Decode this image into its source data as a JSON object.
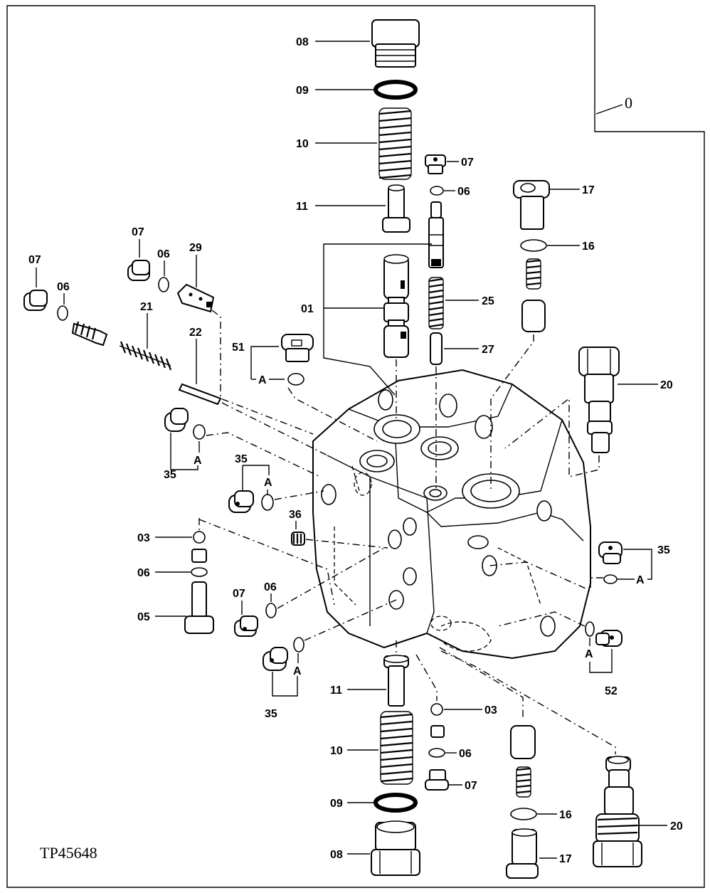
{
  "figure_id": "TP45648",
  "assembly_callout": "0",
  "labels": {
    "top_plug": "08",
    "top_oring": "09",
    "top_spring": "10",
    "top_guide": "11",
    "small_plug_top": "07",
    "small_oring_top": "06",
    "right_sleeve": "17",
    "right_oring": "16",
    "spool": "01",
    "stem_spring": "25",
    "pin": "27",
    "relief_valve_upper": "20",
    "plug_51": "51",
    "seal_a_51": "A",
    "left_plug_a": "07",
    "left_oring_a": "06",
    "left_plug_b": "07",
    "left_oring_b": "06",
    "left_piston": "29",
    "left_spring": "21",
    "left_pin": "22",
    "left_plug_35": "35",
    "left_seal_35": "A",
    "mid_plug_35": "35",
    "mid_seal_35": "A",
    "insert_36": "36",
    "ball_03_left": "03",
    "oring_06_left": "06",
    "stem_05": "05",
    "plug_07_mid": "07",
    "oring_06_mid": "06",
    "bottom_plug_35": "35",
    "bottom_seal_35": "A",
    "right_plug_35": "35",
    "right_seal_35": "A",
    "right_plug_52": "52",
    "right_seal_52": "A",
    "bottom_guide": "11",
    "bottom_spring": "10",
    "bottom_oring": "09",
    "bottom_plug": "08",
    "ball_03_bottom": "03",
    "oring_06_bottom": "06",
    "plug_07_bottom": "07",
    "oring_16_bottom": "16",
    "sleeve_17_bottom": "17",
    "relief_valve_lower": "20"
  }
}
